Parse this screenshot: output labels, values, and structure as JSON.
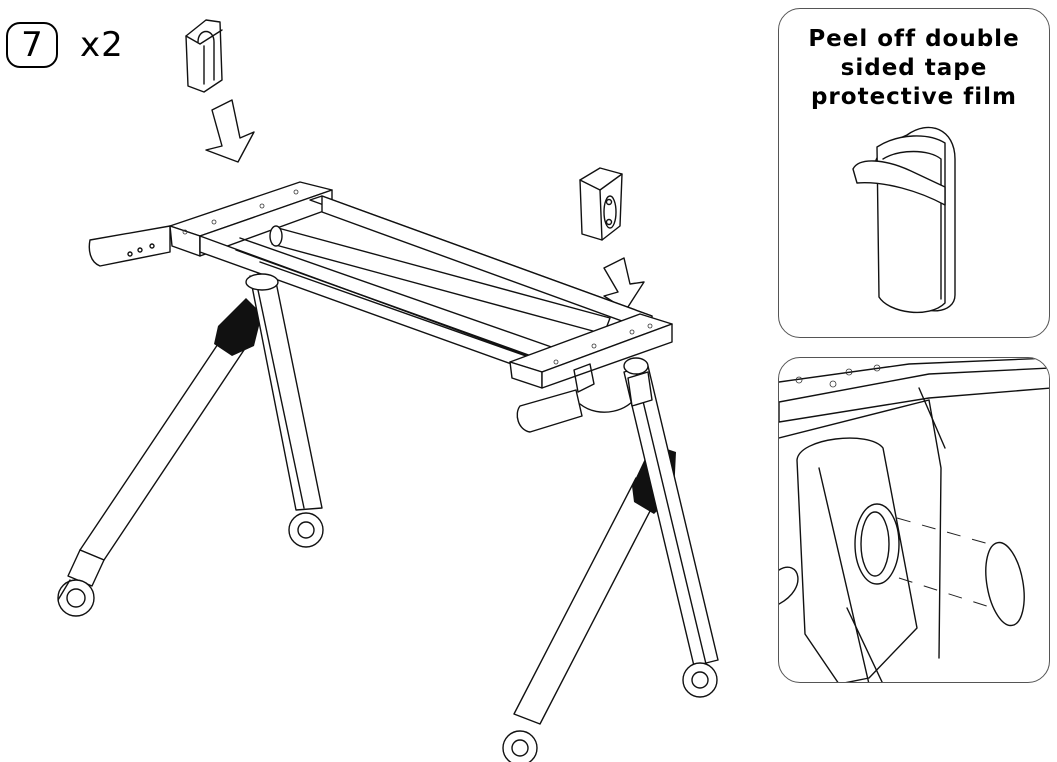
{
  "step": {
    "number": "7",
    "quantity": "x2"
  },
  "instruction": {
    "text": "Peel off double\nsided tape\nprotective film"
  },
  "icons": [
    "step-badge",
    "down-arrow-icon",
    "tape-film-icon"
  ]
}
